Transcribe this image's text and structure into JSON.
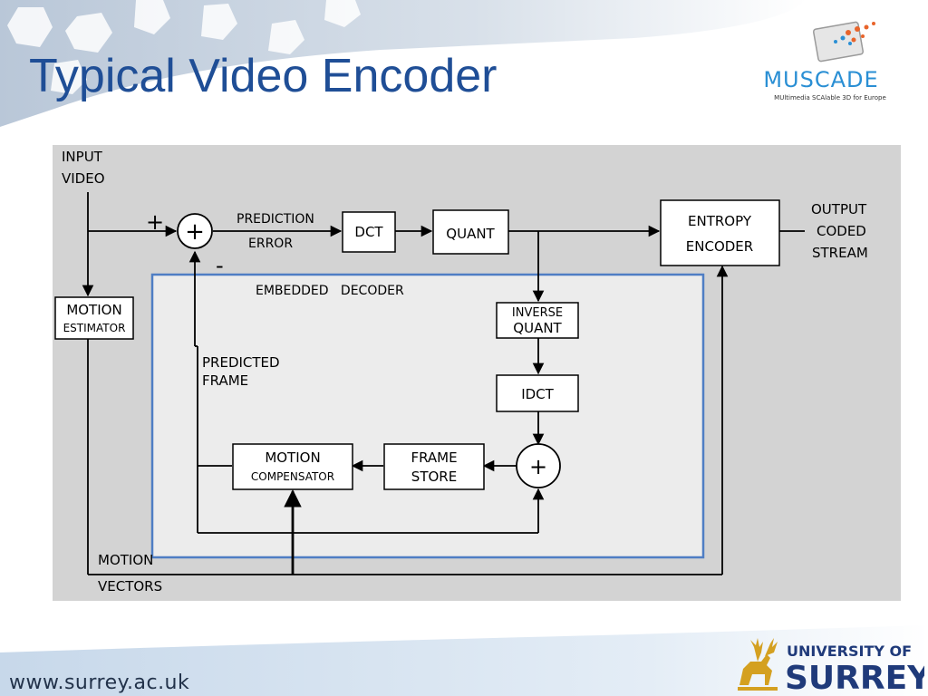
{
  "slide": {
    "title": "Typical Video Encoder",
    "footer_url": "www.surrey.ac.uk"
  },
  "logos": {
    "muscade_wordmark": "MUSCADE",
    "muscade_tagline": "MUltimedia SCAlable 3D for Europe",
    "university_of": "UNIVERSITY OF",
    "surrey": "SURREY"
  },
  "diagram": {
    "input_label": [
      "INPUT",
      "VIDEO"
    ],
    "plus_sign": "+",
    "minus_sign": "-",
    "sum_symbol": "+",
    "prediction_error": [
      "PREDICTION",
      "ERROR"
    ],
    "dct": "DCT",
    "quant": "QUANT",
    "entropy_encoder": [
      "ENTROPY",
      "ENCODER"
    ],
    "output_label": [
      "OUTPUT",
      "CODED",
      "STREAM"
    ],
    "motion_estimator": [
      "MOTION",
      "ESTIMATOR"
    ],
    "embedded_decoder": "EMBEDDED   DECODER",
    "inverse_quant": [
      "INVERSE",
      "QUANT"
    ],
    "idct": "IDCT",
    "predicted_frame": [
      "PREDICTED",
      "FRAME"
    ],
    "motion_compensator": [
      "MOTION",
      "COMPENSATOR"
    ],
    "frame_store": [
      "FRAME",
      "STORE"
    ],
    "motion_vectors": [
      "MOTION",
      "VECTORS"
    ]
  },
  "colors": {
    "title": "#1f4e96",
    "diagram_bg": "#d3d3d3",
    "decoder_bg": "#ececec",
    "decoder_border": "#4f7ec4",
    "line": "#000000"
  }
}
